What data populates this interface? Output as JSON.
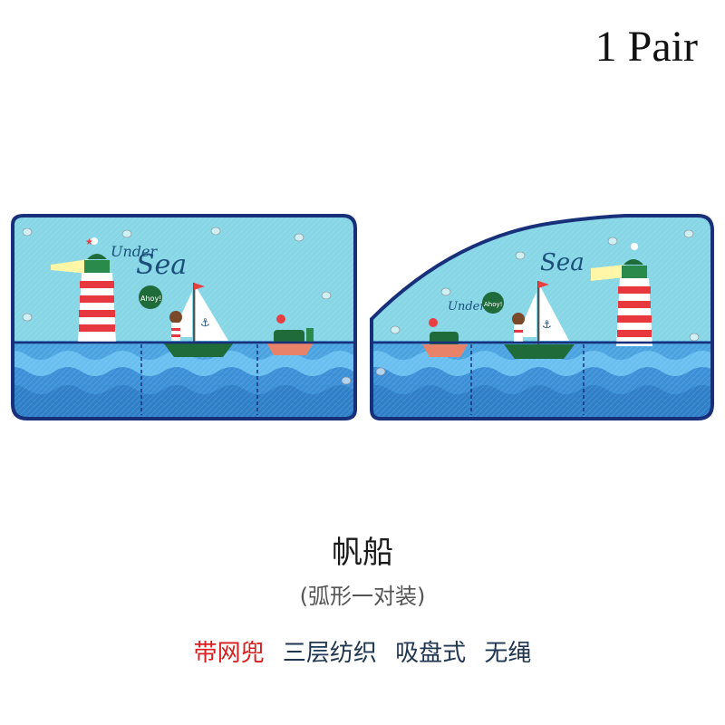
{
  "badge": {
    "quantity": "1 Pair"
  },
  "product": {
    "name": "帆船",
    "subtitle": "(弧形一对装)",
    "features": [
      "带网兜",
      "三层纺织",
      "吸盘式",
      "无绳"
    ],
    "highlight_color": "#d81e1e",
    "feature_color": "#1f3550"
  },
  "artwork": {
    "left_panel": {
      "text_under": "Under",
      "text_sea": "Sea",
      "speech": "Ahoy!"
    },
    "right_panel": {
      "text_under": "Under",
      "text_sea": "Sea",
      "speech": "Ahoy!"
    },
    "colors": {
      "sky": "#86d6e6",
      "sea": "#4aa3e0",
      "border": "#18307a",
      "lighthouse_red": "#e8383f"
    }
  }
}
